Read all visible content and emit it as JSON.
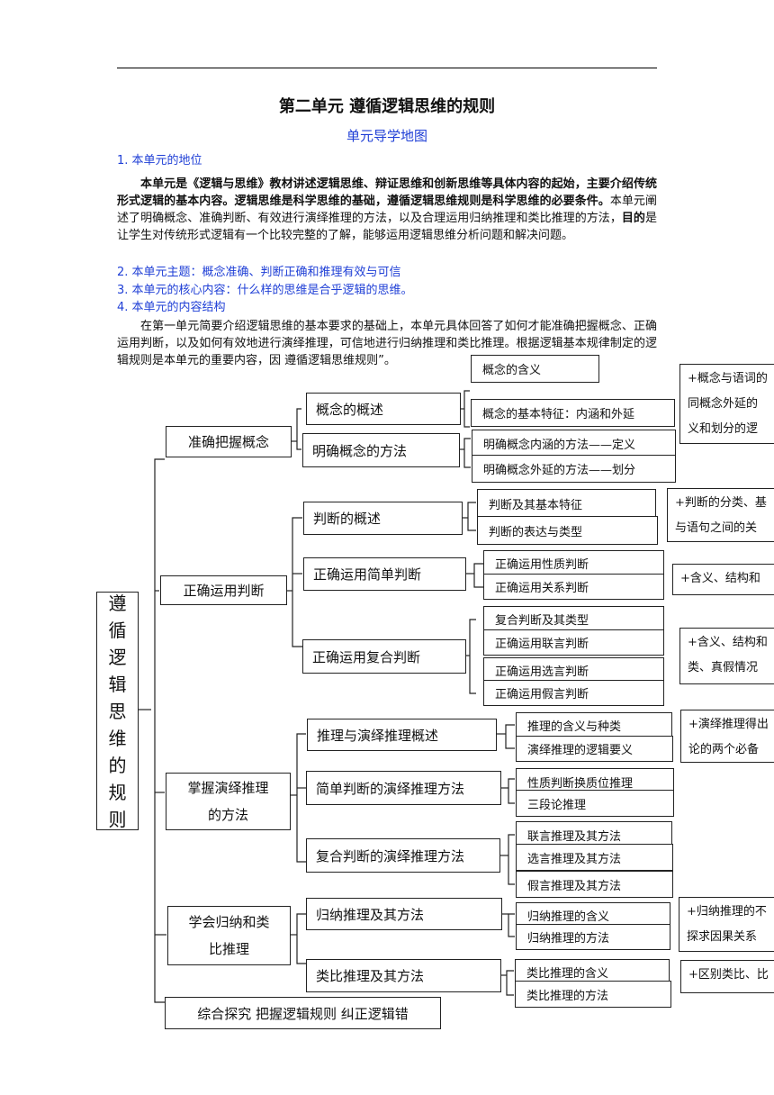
{
  "page": {
    "title": "第二单元  遵循逻辑思维的规则",
    "subtitle": "单元导学地图",
    "section1_heading": "1. 本单元的地位",
    "section1_para_bold1": "本单元是《逻辑与思维》教材讲述逻辑思维、辩证思维和创新思维等具体内容的起始，主要介绍传统形式逻辑的基本内容。逻辑思维是科学思维的基础，遵循逻辑思维规则是科学思维的必要条件。",
    "section1_para_rest": "本单元阐述了明确概念、准确判断、有效进行演绎推理的方法，以及合理运用归纳推理和类比推理的方法，",
    "section1_para_bold2": "目的",
    "section1_para_end": "是让学生对传统形式逻辑有一个比较完整的了解，能够运用逻辑思维分析问题和解决问题。",
    "section2": "2. 本单元主题：概念准确、判断正确和推理有效与可信",
    "section3": "3. 本单元的核心内容：什么样的思维是合乎逻辑的思维。",
    "section4": "4. 本单元的内容结构",
    "section4_para": "在第一单元简要介绍逻辑思维的基本要求的基础上，本单元具体回答了如何才能准确把握概念、正确运用判断，以及如何有效地进行演绎推理，可信地进行归纳推理和类比推理。根据逻辑基本规律制定的逻辑规则是本单元的重要内容，因                      遵循逻辑思维规则”。"
  },
  "map": {
    "root": [
      "遵",
      "循",
      "逻",
      "辑",
      "思",
      "维",
      "的",
      "规",
      "则"
    ],
    "final": "综合探究  把握逻辑规则  纠正逻辑错",
    "l1": {
      "concept": "准确把握概念",
      "judgment": "正确运用判断",
      "deduction_1": "掌握演绎推理",
      "deduction_2": "的方法",
      "induction_1": "学会归纳和类",
      "induction_2": "比推理"
    },
    "l2": {
      "concept_overview": "概念的概述",
      "concept_methods": "明确概念的方法",
      "judgment_overview": "判断的概述",
      "simple_judgment": "正确运用简单判断",
      "compound_judgment": "正确运用复合判断",
      "deduction_overview": "推理与演绎推理概述",
      "simple_deduction": "简单判断的演绎推理方法",
      "compound_deduction": "复合判断的演绎推理方法",
      "induction": "归纳推理及其方法",
      "analogy": "类比推理及其方法"
    },
    "l3": {
      "concept_meaning": "概念的含义",
      "concept_features": "概念的基本特征：内涵和外延",
      "intension_method": "明确概念内涵的方法——定义",
      "extension_method": "明确概念外延的方法——划分",
      "judgment_features": "判断及其基本特征",
      "judgment_types": "判断的表达与类型",
      "property_judgment": "正确运用性质判断",
      "relation_judgment": "正确运用关系判断",
      "compound_types": "复合判断及其类型",
      "conjunctive": "正确运用联言判断",
      "disjunctive": "正确运用选言判断",
      "hypothetical": "正确运用假言判断",
      "inference_meaning": "推理的含义与种类",
      "deduction_requirements": "演绎推理的逻辑要义",
      "conversion": "性质判断换质位推理",
      "syllogism": "三段论推理",
      "conj_inference": "联言推理及其方法",
      "disj_inference": "选言推理及其方法",
      "hyp_inference": "假言推理及其方法",
      "induction_meaning": "归纳推理的含义",
      "induction_method": "归纳推理的方法",
      "analogy_meaning": "类比推理的含义",
      "analogy_method": "类比推理的方法"
    },
    "notes": {
      "n1_l1": "+概念与语词的",
      "n1_l2": "同概念外延的",
      "n1_l3": "义和划分的逻",
      "n2_l1": "+判断的分类、基",
      "n2_l2": "与语句之间的关",
      "n3_l1": "+含义、结构和",
      "n4_l1": "+含义、结构和",
      "n4_l2": "类、真假情况",
      "n5_l1": "+演绎推理得出",
      "n5_l2": "论的两个必备",
      "n6_l1": "+归纳推理的不",
      "n6_l2": "探求因果关系",
      "n7_l1": "+区别类比、比"
    }
  }
}
